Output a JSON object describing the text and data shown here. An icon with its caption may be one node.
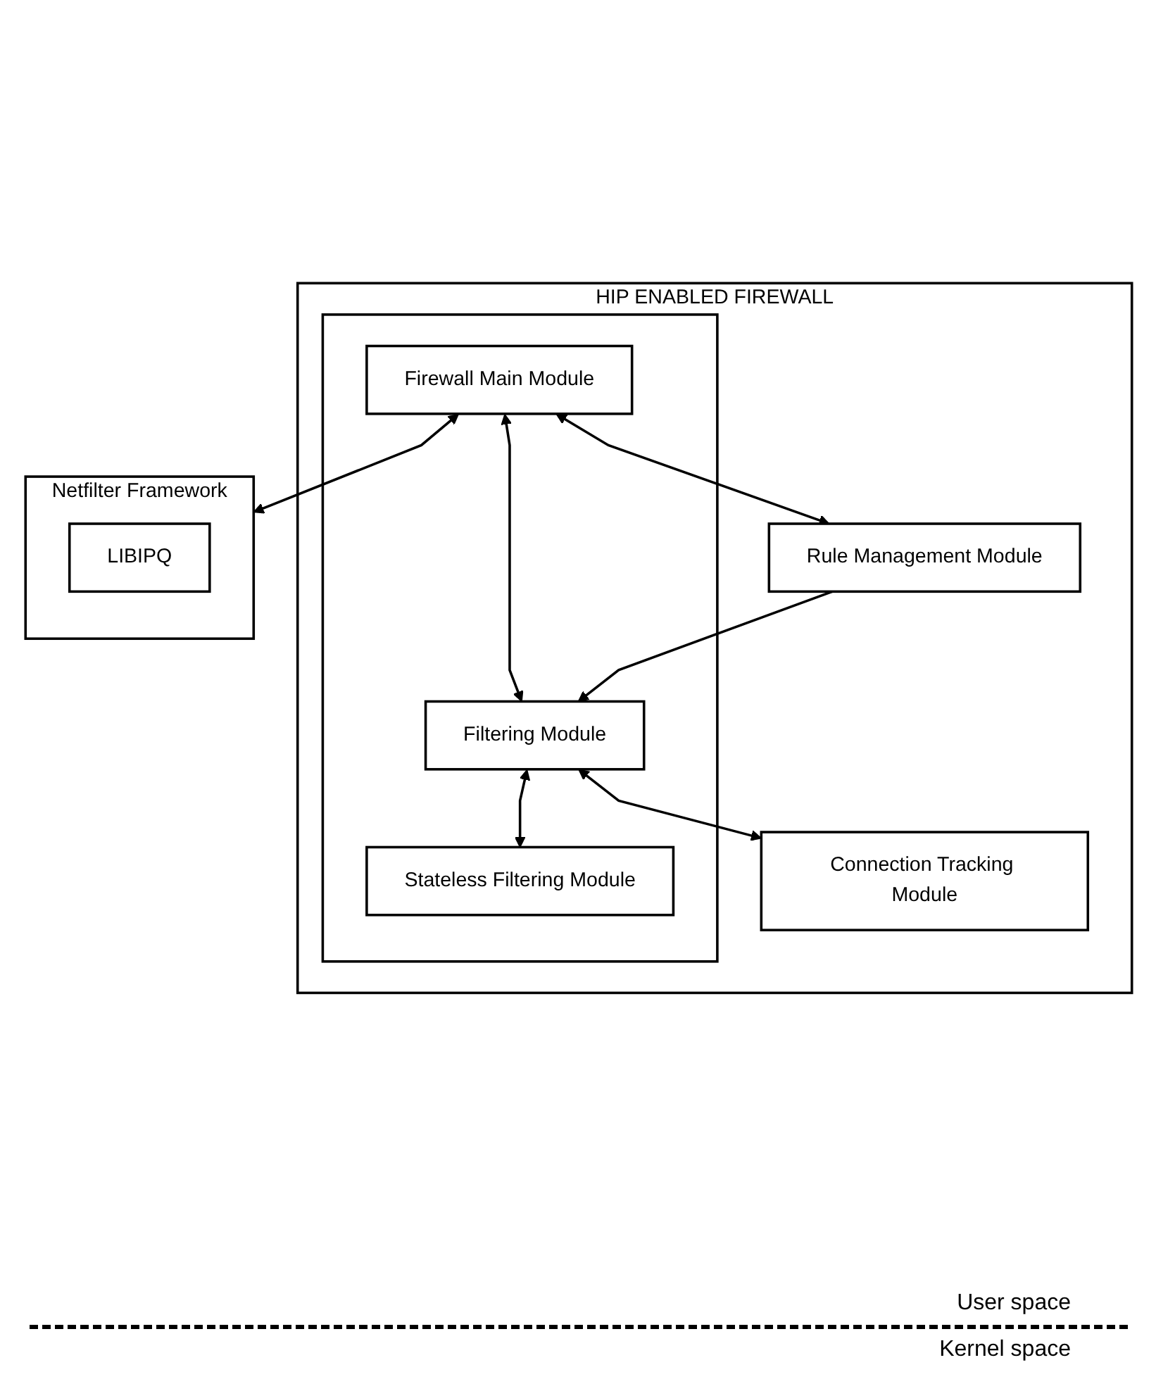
{
  "diagram": {
    "nodes": [
      {
        "text": [
          "HIP ENABLED FIREWALL"
        ]
      },
      {
        "text": [],
        "shape": "box",
        "in": 0
      },
      {
        "text": [
          "Firewall Main Module"
        ],
        "in": 1
      },
      {
        "text": [
          "Rule Management Module"
        ],
        "in": 0
      },
      {
        "text": [
          "Filtering Module"
        ],
        "in": 1
      },
      {
        "text": [
          "Stateless Filtering Module"
        ],
        "in": 1
      },
      {
        "text": [
          "Connection Tracking Module"
        ],
        "in": 0
      },
      {
        "text": [
          "Netfilter Framework"
        ]
      },
      {
        "text": [
          "LIBIPQ"
        ],
        "in": 7
      }
    ],
    "edges": [
      {
        "from": 2,
        "to": 3,
        "arrow": "both"
      },
      {
        "from": 2,
        "to": 4,
        "arrow": "both"
      },
      {
        "from": 3,
        "to": 4,
        "arrow": "to"
      },
      {
        "from": 4,
        "to": 5,
        "arrow": "both"
      },
      {
        "from": 4,
        "to": 6,
        "arrow": "both"
      },
      {
        "from": 2,
        "to": 7,
        "arrow": "both"
      }
    ],
    "labels": [
      "User space",
      "Kernel space"
    ]
  }
}
